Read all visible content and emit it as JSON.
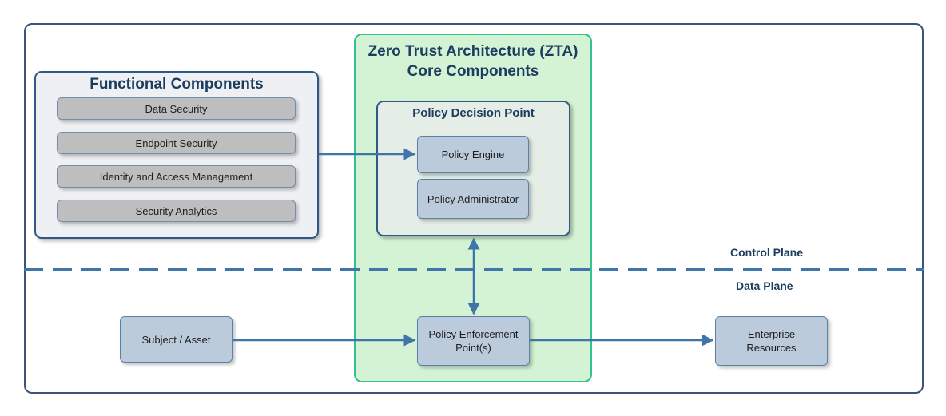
{
  "zta": {
    "title_line1": "Zero Trust Architecture (ZTA)",
    "title_line2": "Core Components"
  },
  "functional": {
    "title": "Functional Components",
    "items": [
      "Data Security",
      "Endpoint Security",
      "Identity and Access Management",
      "Security Analytics"
    ]
  },
  "pdp": {
    "title": "Policy Decision Point",
    "engine": "Policy Engine",
    "administrator": "Policy Administrator"
  },
  "pep": {
    "line1": "Policy Enforcement",
    "line2": "Point(s)"
  },
  "subject": "Subject / Asset",
  "resources": {
    "line1": "Enterprise",
    "line2": "Resources"
  },
  "planes": {
    "control": "Control Plane",
    "data": "Data Plane"
  },
  "colors": {
    "border": "#2f5a87",
    "zta_fill": "#d4f3d4",
    "zta_border": "#35c090",
    "arrow": "#3f75a8"
  }
}
